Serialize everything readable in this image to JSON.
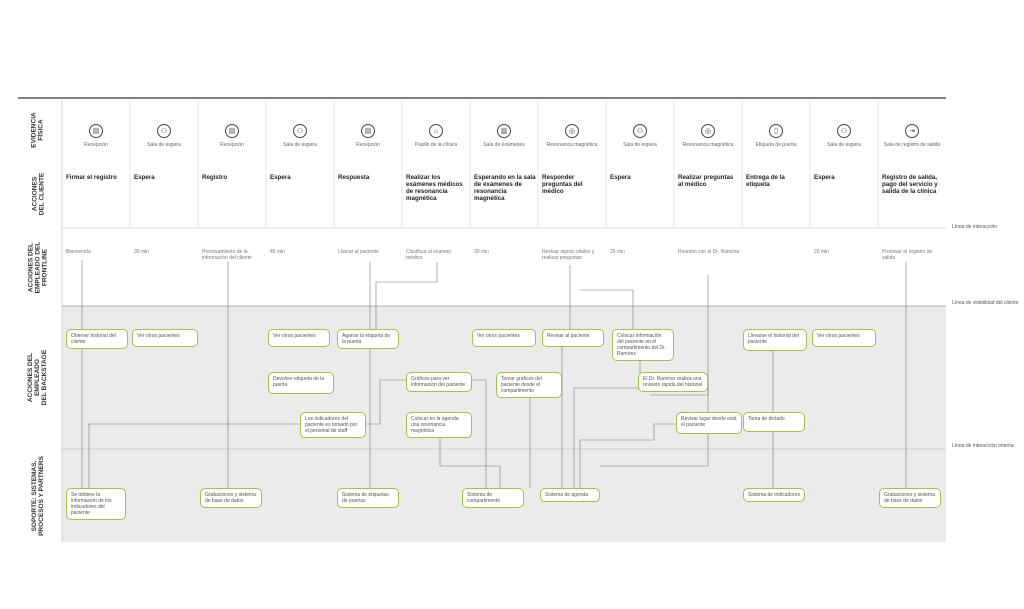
{
  "rows": {
    "evidence": "EVIDENCIA\nFÍSICA",
    "client": "ACCIONES\nDEL CLIENTE",
    "frontline": "ACCIONES DEL\nEMPLEADO DEL\nFRONTLINE",
    "backstage": "ACCIONES DEL\nEMPLEADO\nDEL BACKSTAGE",
    "support": "SOPORTE: SISTEMAS,\nPROCESOS Y PARTNERS"
  },
  "lines": {
    "interaction": "Línea de interacción",
    "visibility": "Línea de visibilidad del cliente",
    "internal": "Línea de interacción interna"
  },
  "columns": [
    {
      "place": "Recepción",
      "icon": "reception-icon",
      "action": "Firmar el registro",
      "front": "Bienvenida"
    },
    {
      "place": "Sala de espera",
      "icon": "waiting-room-icon",
      "action": "Espera",
      "front": "30 min"
    },
    {
      "place": "Recepción",
      "icon": "reception-icon",
      "action": "Registro",
      "front": "Procesamiento de la información del cliente"
    },
    {
      "place": "Sala de espera",
      "icon": "waiting-room-icon",
      "action": "Espera",
      "front": "45 min"
    },
    {
      "place": "Recepción",
      "icon": "reception-icon",
      "action": "Respuesta",
      "front": "Llamar al paciente"
    },
    {
      "place": "Pasillo de la clínica",
      "icon": "hallway-icon",
      "action": "Realizar los exámenes médicos de resonancia magnética",
      "front": "Clasificar al examen médico"
    },
    {
      "place": "Sala de exámenes",
      "icon": "exam-room-icon",
      "action": "Esperando en la sala de exámenes de resonancia magnética",
      "front": "30 min"
    },
    {
      "place": "Resonancia magnética",
      "icon": "mri-icon",
      "action": "Responder preguntas del médico",
      "front": "Revisar signos vitales y realizar preguntas"
    },
    {
      "place": "Sala de espera",
      "icon": "waiting-room-icon",
      "action": "Espera",
      "front": "25 min"
    },
    {
      "place": "Resonancia magnética",
      "icon": "mri-icon",
      "action": "Realizar preguntas al médico",
      "front": "Reunión con el Dr. Ramírez"
    },
    {
      "place": "Etiqueta de puerta",
      "icon": "door-tag-icon",
      "action": "Entrega de la etiqueta",
      "front": ""
    },
    {
      "place": "Sala de espera",
      "icon": "waiting-room-icon",
      "action": "Espera",
      "front": "20 min"
    },
    {
      "place": "Sala de registro de salida",
      "icon": "exit-icon",
      "action": "Registro de salida, pago del servicio y salida de la clínica",
      "front": "Procesar el registro de salida"
    }
  ],
  "backstage": [
    "Obtener historial del cliente",
    "Ver otros pacientes",
    "Ver otros pacientes",
    "Agarrar la etiqueta de la puerta",
    "Ver otros pacientes",
    "Revisar al paciente",
    "Colocar información del paciente en el compartimento del Dr. Ramírez",
    "Llevarse el historial del paciente",
    "Ver otros pacientes",
    "Devolver etiqueta de la puerta",
    "Gráficos para ver información del paciente",
    "Tomar gráficos del paciente desde el compartimento",
    "El Dr. Ramírez realiza una revisión rápida del historial",
    "Los indicadores del paciente es tomado por el personal de staff",
    "Colocar en la agenda una resonancia magnética",
    "Revisar lugar donde está el paciente",
    "Toma de dictado"
  ],
  "support": [
    "Se obtiene la información de los indicadores del paciente",
    "Grabaciones y sistema de base de datos",
    "Sistema de etiquetas de puertas",
    "Sistema de compartimento",
    "Sistema de agenda",
    "Sistema de indicadores",
    "Grabaciones y sistema de base de datos"
  ]
}
